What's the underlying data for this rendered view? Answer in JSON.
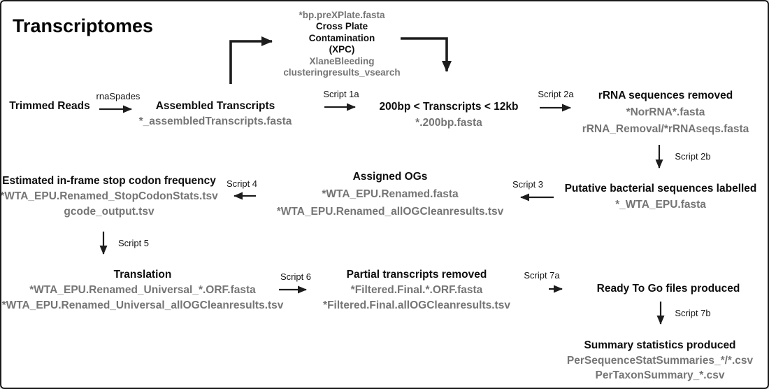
{
  "page_title": "Transcriptomes",
  "colors": {
    "background": "#ffffff",
    "border": "#1a1a1a",
    "node_title_text": "#0d0d0d",
    "file_text": "#757575",
    "arrow": "#1d1d1d"
  },
  "nodes": {
    "trimmed_reads": {
      "title": "Trimmed Reads"
    },
    "assembled_transcripts": {
      "title": "Assembled Transcripts",
      "files": [
        "*_assembledTranscripts.fasta"
      ]
    },
    "xpc": {
      "title_lines": [
        "Cross Plate",
        "Contamination",
        "(XPC)"
      ],
      "files": [
        "*bp.preXPlate.fasta",
        "XlaneBleeding",
        "clusteringresults_vsearch"
      ]
    },
    "size_filtered": {
      "title": "200bp < Transcripts < 12kb",
      "files": [
        "*.200bp.fasta"
      ]
    },
    "rrna_removed": {
      "title": "rRNA sequences removed",
      "files": [
        "*NorRNA*.fasta",
        "rRNA_Removal/*rRNAseqs.fasta"
      ]
    },
    "putative_bacterial": {
      "title": "Putative bacterial sequences labelled",
      "files": [
        "*_WTA_EPU.fasta"
      ]
    },
    "assigned_ogs": {
      "title": "Assigned OGs",
      "files": [
        "*WTA_EPU.Renamed.fasta",
        "*WTA_EPU.Renamed_allOGCleanresults.tsv"
      ]
    },
    "stop_codon": {
      "title": "Estimated in-frame stop codon frequency",
      "files": [
        "*WTA_EPU.Renamed_StopCodonStats.tsv",
        "gcode_output.tsv"
      ]
    },
    "translation": {
      "title": "Translation",
      "files": [
        "*WTA_EPU.Renamed_Universal_*.ORF.fasta",
        "*WTA_EPU.Renamed_Universal_allOGCleanresults.tsv"
      ]
    },
    "partial_removed": {
      "title": "Partial transcripts removed",
      "files": [
        "*Filtered.Final.*.ORF.fasta",
        "*Filtered.Final.allOGCleanresults.tsv"
      ]
    },
    "ready_to_go": {
      "title": "Ready To Go files produced"
    },
    "summary_stats": {
      "title": "Summary statistics produced",
      "files": [
        "PerSequenceStatSummaries_*/*.csv",
        "PerTaxonSummary_*.csv"
      ]
    }
  },
  "arrow_labels": {
    "rnaspades": "rnaSpades",
    "script_1a": "Script 1a",
    "script_2a": "Script 2a",
    "script_2b": "Script 2b",
    "script_3": "Script 3",
    "script_4": "Script 4",
    "script_5": "Script 5",
    "script_6": "Script 6",
    "script_7a": "Script 7a",
    "script_7b": "Script 7b"
  }
}
